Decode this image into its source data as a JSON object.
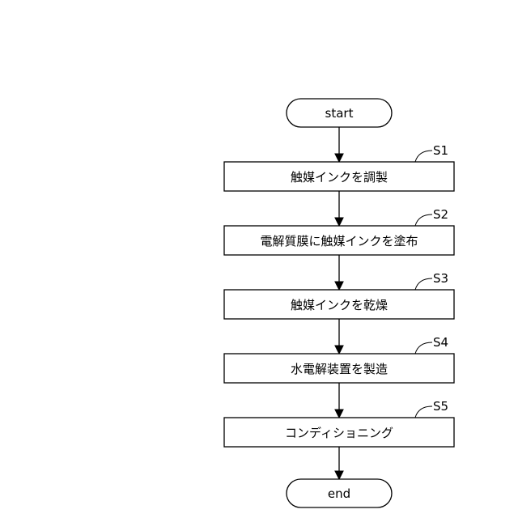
{
  "flowchart": {
    "start": "start",
    "end": "end",
    "steps": [
      {
        "label": "S1",
        "text": "触媒インクを調製"
      },
      {
        "label": "S2",
        "text": "電解質膜に触媒インクを塗布"
      },
      {
        "label": "S3",
        "text": "触媒インクを乾燥"
      },
      {
        "label": "S4",
        "text": "水電解装置を製造"
      },
      {
        "label": "S5",
        "text": "コンディショニング"
      }
    ]
  }
}
